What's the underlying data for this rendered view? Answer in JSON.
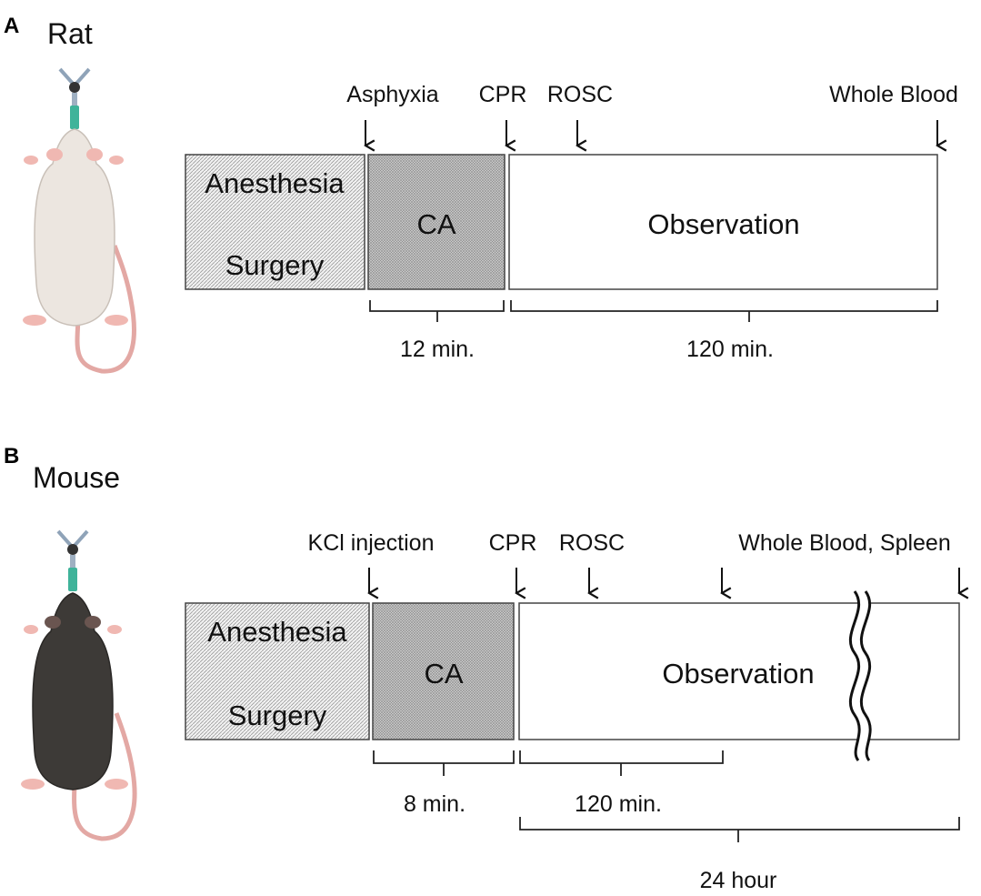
{
  "panel_a": {
    "panel_label": "A",
    "species": "Rat",
    "events": {
      "asphyxia": "Asphyxia",
      "cpr": "CPR",
      "rosc": "ROSC",
      "sample": "Whole Blood"
    },
    "phases": {
      "anesthesia": "Anesthesia",
      "surgery": "Surgery",
      "ca": "CA",
      "observation": "Observation"
    },
    "durations": {
      "ca": "12 min.",
      "observation": "120 min."
    }
  },
  "panel_b": {
    "panel_label": "B",
    "species": "Mouse",
    "events": {
      "injection": "KCl injection",
      "cpr": "CPR",
      "rosc": "ROSC",
      "sample": "Whole Blood, Spleen"
    },
    "phases": {
      "anesthesia": "Anesthesia",
      "surgery": "Surgery",
      "ca": "CA",
      "observation": "Observation"
    },
    "durations": {
      "ca": "8 min.",
      "observation": "120 min.",
      "total": "24 hour"
    }
  },
  "colors": {
    "rat_body": "#ece6e0",
    "mouse_body": "#3d3a37",
    "tail": "#e3a8a4",
    "ear": "#f0b8b2",
    "catheter_tube": "#3fb39a",
    "hatch": "#888888"
  },
  "icons": [
    "rat-illustration",
    "mouse-illustration",
    "catheter-icon",
    "break-mark-icon"
  ]
}
